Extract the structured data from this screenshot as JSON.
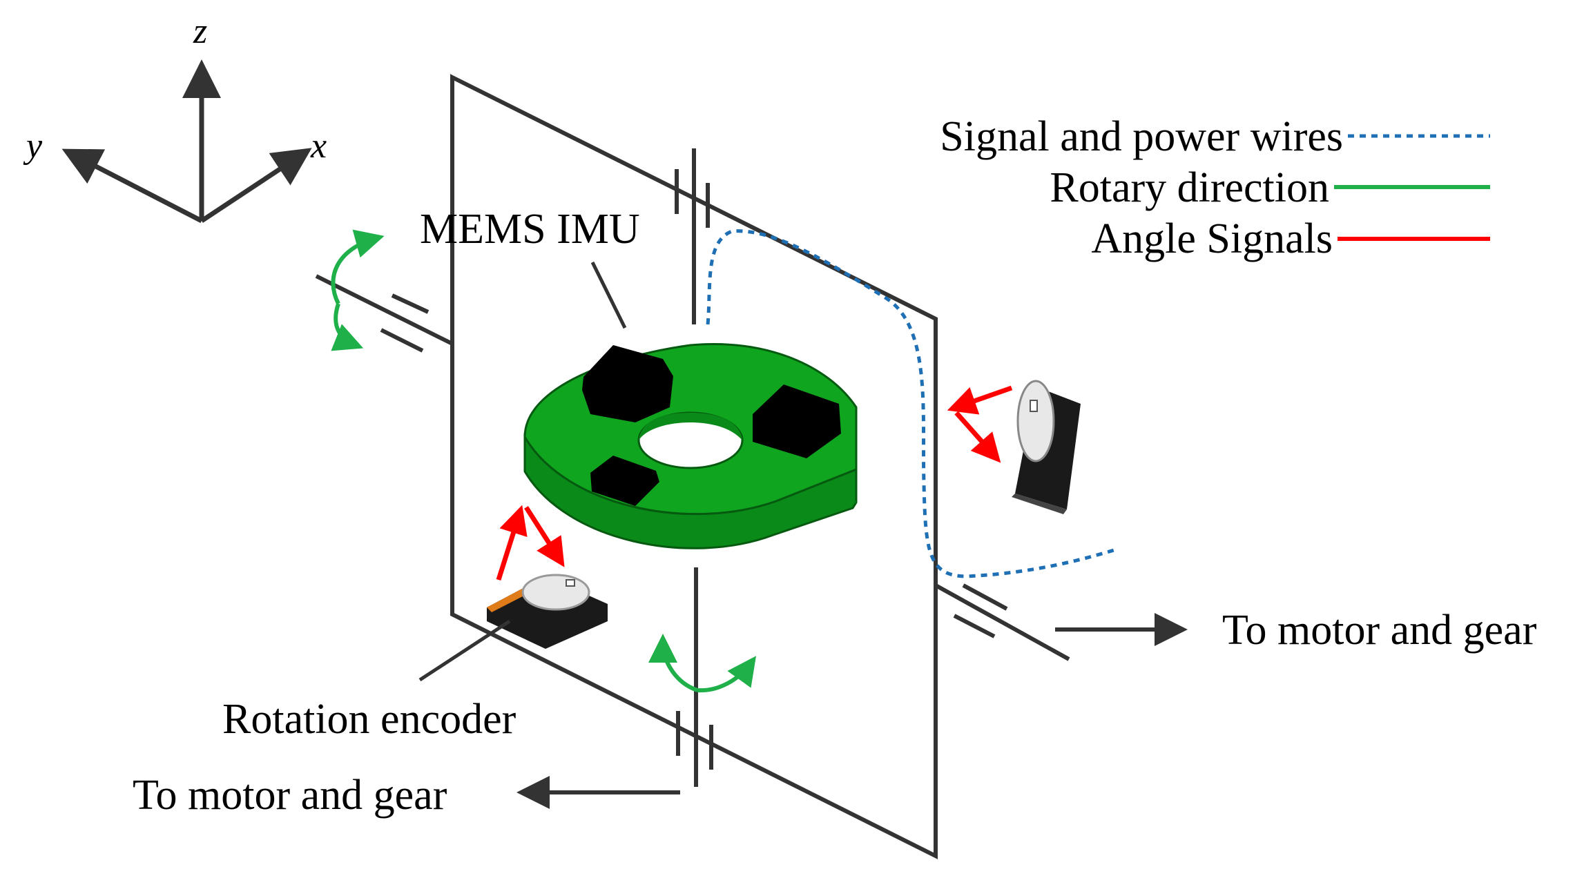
{
  "axes": {
    "x": "x",
    "y": "y",
    "z": "z"
  },
  "labels": {
    "mems_imu": "MEMS IMU",
    "rotation_encoder": "Rotation encoder",
    "to_motor_right": "To motor and gear",
    "to_motor_bottom": "To motor and gear"
  },
  "legend": [
    {
      "label": "Signal and power wires",
      "style": "dotted",
      "color": "#1f6fb5"
    },
    {
      "label": "Rotary direction",
      "style": "solid",
      "color": "#1fb04a"
    },
    {
      "label": "Angle Signals",
      "style": "solid",
      "color": "#ff0000"
    }
  ],
  "colors": {
    "frame": "#333333",
    "platform": "#0fa51f",
    "platform_side": "#0a8a18",
    "imu_chip": "#000000",
    "rotary": "#1fb04a",
    "signal": "#ff0000",
    "wire": "#1f6fb5"
  }
}
